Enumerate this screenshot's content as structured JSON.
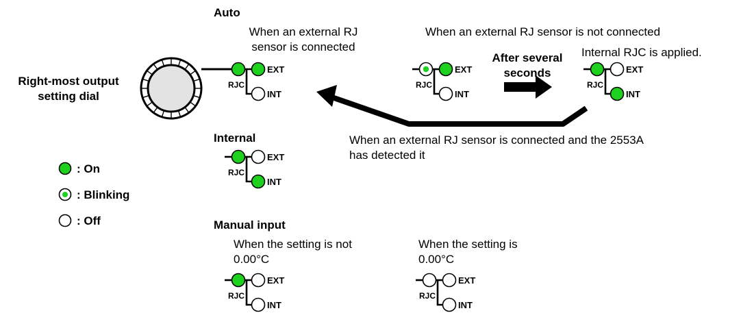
{
  "colors": {
    "on": "#1fd11f",
    "blink_dot": "#1fd11f",
    "off": "#ffffff",
    "line": "#000000",
    "dial_face": "#e3e3e3"
  },
  "dial": {
    "label_line1": "Right-most output",
    "label_line2": "setting dial"
  },
  "legend": {
    "on": ": On",
    "blink": ": Blinking",
    "off": ": Off"
  },
  "indicator": {
    "ext": "EXT",
    "int": "INT",
    "rjc": "RJC"
  },
  "auto": {
    "heading": "Auto",
    "connected_line1": "When an external RJ",
    "connected_line2": "sensor is connected",
    "not_connected": "When an external RJ sensor is not connected",
    "after_line1": "After several",
    "after_line2": "seconds",
    "internal_applied": "Internal RJC is applied.",
    "detected_line1": "When an external RJ sensor is connected and the 2553A",
    "detected_line2": "has detected it"
  },
  "internal": {
    "heading": "Internal"
  },
  "manual": {
    "heading": "Manual input",
    "not_zero_line1": "When the setting is not",
    "not_zero_line2": "0.00°C",
    "zero_line1": "When the setting is",
    "zero_line2": "0.00°C"
  },
  "indicators": [
    {
      "name": "auto-connected",
      "rjc": "on",
      "ext": "on",
      "int": "off"
    },
    {
      "name": "auto-not-connected",
      "rjc": "blink",
      "ext": "on",
      "int": "off"
    },
    {
      "name": "auto-internal-applied",
      "rjc": "on",
      "ext": "off",
      "int": "on"
    },
    {
      "name": "internal",
      "rjc": "on",
      "ext": "off",
      "int": "on"
    },
    {
      "name": "manual-not-zero",
      "rjc": "on",
      "ext": "off",
      "int": "off"
    },
    {
      "name": "manual-zero",
      "rjc": "off",
      "ext": "off",
      "int": "off"
    }
  ]
}
